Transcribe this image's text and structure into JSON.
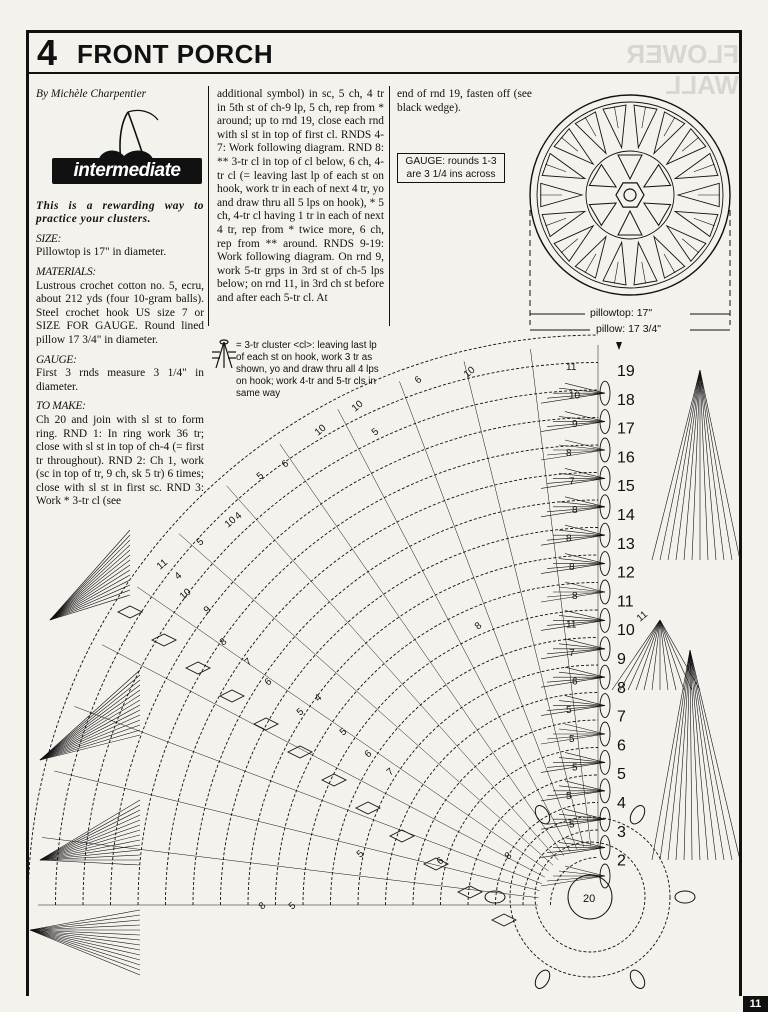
{
  "header": {
    "number": "4",
    "title": "FRONT PORCH",
    "ghost_title": "FLOWER WALL"
  },
  "byline": "By Michèle Charpentier",
  "level": "intermediate",
  "tagline": "This is a rewarding way to practice your clusters.",
  "size": {
    "label": "SIZE:",
    "text": "Pillowtop is 17\" in diameter."
  },
  "materials": {
    "label": "MATERIALS:",
    "text": "Lustrous crochet cotton no. 5, ecru, about 212 yds (four 10-gram balls). Steel crochet hook US size 7 or SIZE FOR GAUGE. Round lined pillow 17 3/4\" in diameter."
  },
  "gauge": {
    "label": "GAUGE:",
    "text": "First 3 rnds measure 3 1/4\" in diameter."
  },
  "to_make": {
    "label": "TO MAKE:",
    "text": "Ch 20 and join with sl st to form ring. RND 1: In ring work 36 tr; close with sl st in top of ch-4 (= first tr throughout). RND 2: Ch 1, work (sc in top of tr, 9 ch, sk 5 tr) 6 times; close with sl st in first sc. RND 3: Work * 3-tr cl (see"
  },
  "col2_text": "additional symbol) in sc, 5 ch, 4 tr in 5th st of ch-9 lp, 5 ch, rep from * around; up to rnd 19, close each rnd with sl st in top of first cl. RNDS 4-7: Work following diagram. RND 8: ** 3-tr cl in top of cl below, 6 ch, 4-tr cl (= leaving last lp of each st on hook, work tr in each of next 4 tr, yo and draw thru all 5 lps on hook), * 5 ch, 4-tr cl having 1 tr in each of next 4 tr, rep from * twice more, 6 ch, rep from ** around. RNDS 9-19: Work following diagram. On rnd 9, work 5-tr grps in 3rd st of ch-5 lps below; on rnd 11, in 3rd ch st before and after each 5-tr cl. At",
  "col3_text": "end of rnd 19, fasten off (see black wedge).",
  "gauge_box": {
    "line1": "GAUGE:  rounds 1-3",
    "line2": "are 3 1/4 ins across"
  },
  "legend": "= 3-tr cluster <cl>: leaving last lp of each st on hook, work 3 tr as shown, yo and draw thru all 4 lps on hook; work 4-tr and 5-tr cls in same way",
  "pillow": {
    "top": "pillowtop: 17\"",
    "size": "pillow: 17 3/4\""
  },
  "diagram": {
    "round_numbers": [
      "19",
      "18",
      "17",
      "16",
      "15",
      "14",
      "13",
      "12",
      "11",
      "10",
      "9",
      "8",
      "7",
      "6",
      "5",
      "4",
      "3",
      "2"
    ],
    "center_label": "20",
    "stitch_counts": [
      "11",
      "10",
      "9",
      "8",
      "7",
      "8",
      "8",
      "8",
      "8",
      "11",
      "7",
      "6",
      "5",
      "5",
      "5",
      "5",
      "5"
    ],
    "arc_labels": [
      "10",
      "6",
      "10",
      "5",
      "10",
      "6",
      "5",
      "4",
      "10",
      "5",
      "4",
      "11",
      "10",
      "9",
      "8",
      "7",
      "6",
      "5",
      "4",
      "5",
      "6",
      "7",
      "11",
      "8",
      "8",
      "5",
      "5",
      "6",
      "8"
    ]
  },
  "page_number": "11"
}
